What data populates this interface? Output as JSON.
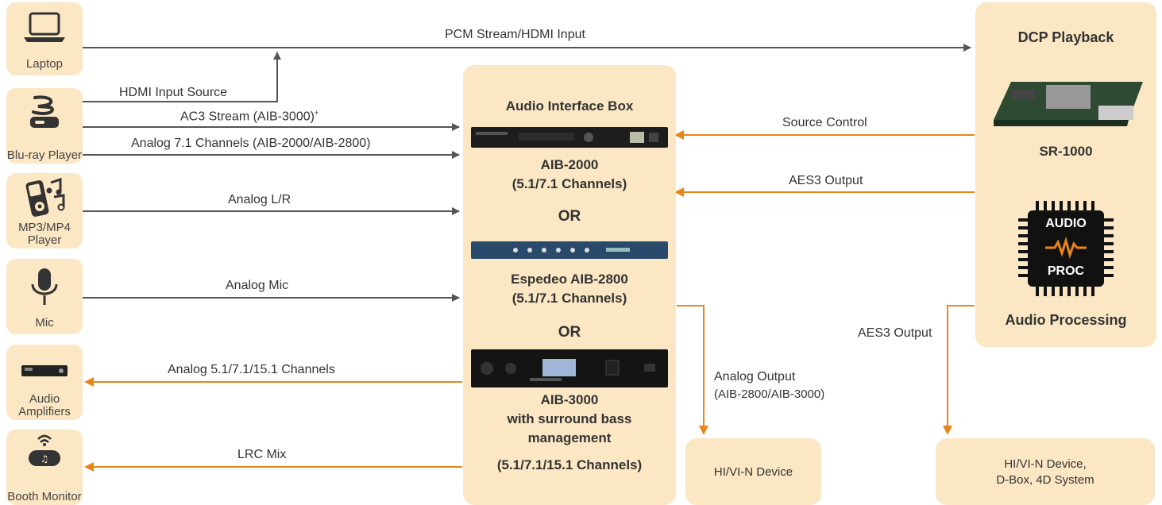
{
  "sources": [
    {
      "label": "Laptop"
    },
    {
      "label": "Blu-ray Player"
    },
    {
      "label": "MP3/MP4 Player"
    },
    {
      "label": "Mic"
    },
    {
      "label": "Audio Amplifiers"
    },
    {
      "label": "Booth Monitor"
    }
  ],
  "connections": {
    "pcm": "PCM Stream/HDMI Input",
    "hdmi_src": "HDMI Input Source",
    "ac3": "AC3 Stream (AIB-3000)",
    "ac3_sup": "+",
    "analog71": "Analog 7.1 Channels (AIB-2000/AIB-2800)",
    "analog_lr": "Analog L/R",
    "analog_mic": "Analog Mic",
    "analog_out_multi": "Analog 5.1/7.1/15.1 Channels",
    "lrc": "LRC Mix",
    "source_control": "Source Control",
    "aes3_in": "AES3 Output",
    "aes3_out": "AES3 Output",
    "analog_output_l1": "Analog Output",
    "analog_output_l2": "(AIB-2800/AIB-3000)"
  },
  "aib": {
    "title": "Audio Interface Box",
    "m1_l1": "AIB-2000",
    "m1_l2": "(5.1/7.1 Channels)",
    "or1": "OR",
    "m2_l1": "Espedeo AIB-2800",
    "m2_l2": "(5.1/7.1 Channels)",
    "or2": "OR",
    "m3_l1": "AIB-3000",
    "m3_l2": "with surround bass",
    "m3_l3": "management",
    "m3_l4": "(5.1/7.1/15.1 Channels)"
  },
  "dcp": {
    "title": "DCP Playback",
    "server": "SR-1000",
    "chip_l1": "AUDIO",
    "chip_l2": "PROC",
    "processing": "Audio Processing"
  },
  "outputs": {
    "hi_vi_n": "HI/VI-N Device",
    "hi_vi_n2_l1": "HI/VI-N Device,",
    "hi_vi_n2_l2": "D-Box, 4D System"
  },
  "colors": {
    "box": "#fbe7c3",
    "gray_line": "#555555",
    "orange_line": "#e8861a",
    "icon": "#333333"
  }
}
